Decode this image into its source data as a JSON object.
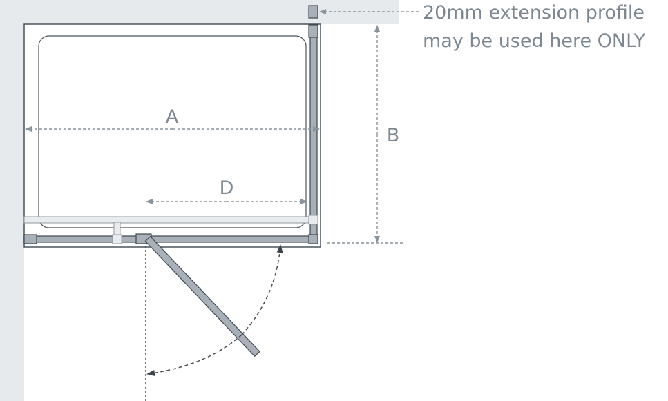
{
  "diagram": {
    "type": "shower enclosure plan view",
    "labels": {
      "width": "A",
      "depth": "B",
      "door_opening": "D"
    },
    "note": {
      "line1": "20mm extension profile",
      "line2": "may be used here ONLY"
    },
    "colors": {
      "wall": "#e7eaec",
      "profile_fill": "#a9b0b7",
      "profile_stroke": "#3f4850",
      "glass_fill": "#e9ecee",
      "dimension": "#8a949c",
      "text": "#7c8791",
      "arc": "#3a444c"
    }
  }
}
